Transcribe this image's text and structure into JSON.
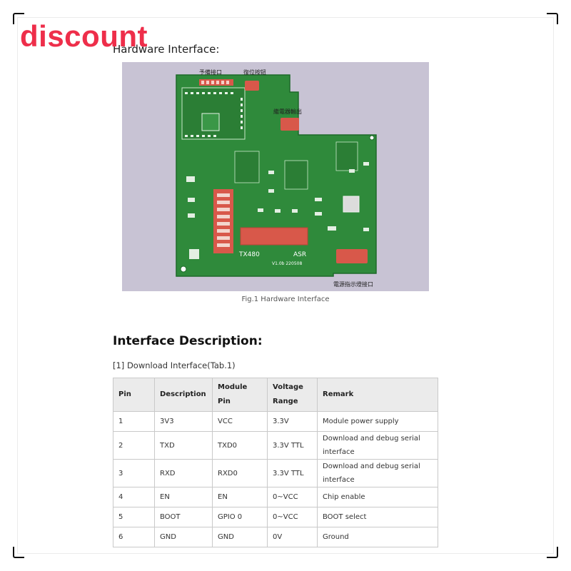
{
  "badge": "discount",
  "hardware_heading": "Hardware Interface:",
  "board": {
    "labels": [
      "予備接口",
      "復位按鈕",
      "繼電器輸出",
      "TX480",
      "V1.0b 220508",
      "ASR",
      "電源指示燈接口"
    ]
  },
  "figure_caption": "Fig.1 Hardware Interface",
  "description_heading": "Interface Description:",
  "table_caption": "[1] Download Interface(Tab.1)",
  "table": {
    "headers": [
      "Pin",
      "Description",
      "Module Pin",
      "Voltage Range",
      "Remark"
    ],
    "rows": [
      {
        "pin": "1",
        "desc": "3V3",
        "module": "VCC",
        "volt": "3.3V",
        "remark": "Module power supply"
      },
      {
        "pin": "2",
        "desc": "TXD",
        "module": "TXD0",
        "volt": "3.3V TTL",
        "remark": "Download and debug serial interface"
      },
      {
        "pin": "3",
        "desc": "RXD",
        "module": "RXD0",
        "volt": "3.3V TTL",
        "remark": "Download and debug serial interface"
      },
      {
        "pin": "4",
        "desc": "EN",
        "module": "EN",
        "volt": "0~VCC",
        "remark": "Chip enable"
      },
      {
        "pin": "5",
        "desc": "BOOT",
        "module": "GPIO 0",
        "volt": "0~VCC",
        "remark": "BOOT select"
      },
      {
        "pin": "6",
        "desc": "GND",
        "module": "GND",
        "volt": "0V",
        "remark": "Ground"
      }
    ]
  },
  "colors": {
    "badge": "#ee2e4a",
    "pcb": "#2f8a3b",
    "background": "#c8c3d4",
    "connector": "#d8584a"
  }
}
